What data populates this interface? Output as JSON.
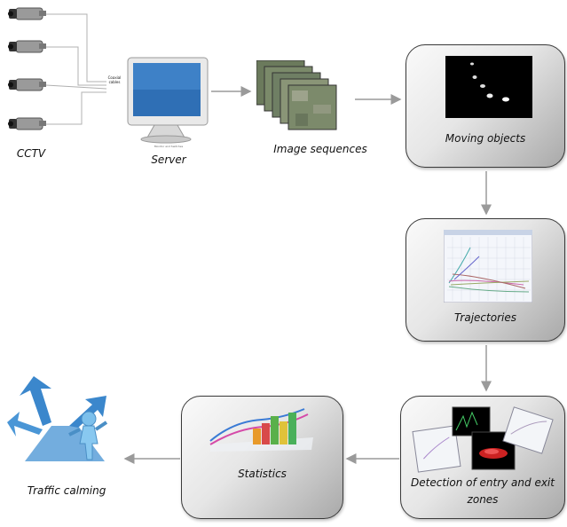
{
  "labels": {
    "cctv": "CCTV",
    "server": "Server",
    "image_sequences": "Image sequences",
    "moving_objects": "Moving objects",
    "trajectories": "Trajectories",
    "detection": "Detection of entry and exit zones",
    "statistics": "Statistics",
    "traffic_calming": "Traffic calming",
    "coaxial_cables": "Coaxial cables",
    "monitor_caption": "Monitor and Switches"
  },
  "colors": {
    "arrow": "#9a9a9a",
    "box_border": "#3a3a3a",
    "box_fill_light": "#fafafa",
    "box_fill_dark": "#a9a9a9",
    "figure_blue": "#6aaee0"
  },
  "icons": [
    "cctv-camera-icon",
    "server-monitor-icon",
    "image-stack-icon",
    "trajectory-plot-icon",
    "statistics-chart-icon",
    "person-crossroads-icon"
  ]
}
